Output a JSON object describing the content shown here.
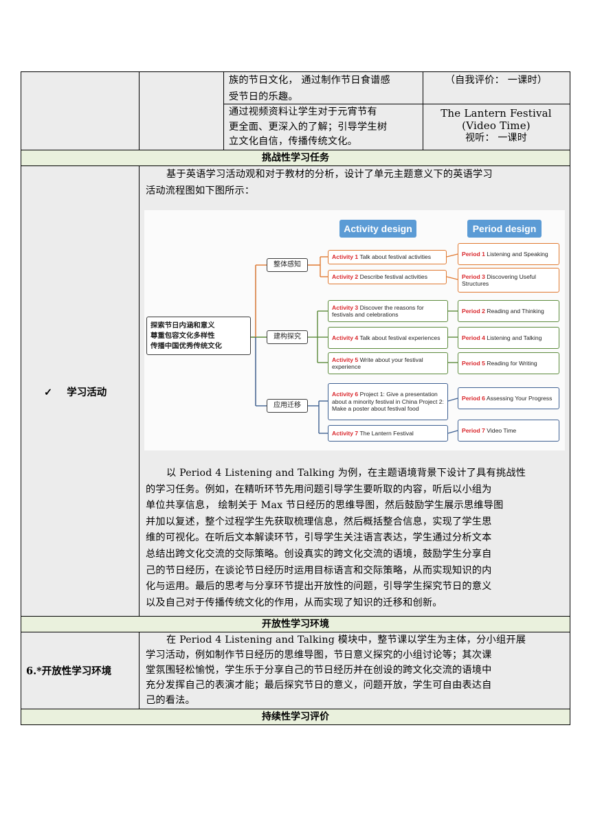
{
  "row_top": {
    "c3_line1": "族的节日文化，  通过制作节日食谱感",
    "c3_line2": "受节日的乐趣。",
    "c4": "（自我评价：  一课时）"
  },
  "row_lantern": {
    "c3_line1": "通过视频资料让学生对于元宵节有",
    "c3_line2": "更全面、更深入的了解；引导学生树",
    "c3_line3": "立文化自信，传播传统文化。",
    "c4_line1": "The Lantern Festival",
    "c4_line2": "(Video Time)",
    "c4_line3": "视听：  一课时"
  },
  "header_challenge": "挑战性学习任务",
  "activities": {
    "check": "✓",
    "label": "学习活动",
    "intro_line1": "基于英语学习活动观和对于教材的分析，设计了单元主题意义下的英语学习",
    "intro_line2": "活动流程图如下图所示：",
    "body_lines": [
      "以 Period 4 Listening and Talking 为例，在主题语境背景下设计了具有挑战性",
      "的学习任务。例如，在精听环节先用问题引导学生要听取的内容，听后以小组为",
      "单位共享信息，  绘制关于 Max 节日经历的思维导图，然后鼓励学生展示思维导图",
      "并加以复述，整个过程学生先获取梳理信息，然后概括整合信息，实现了学生思",
      "维的可视化。在听后文本解读环节，引导学生关注语言表达，学生通过分析文本",
      "总结出跨文化交流的交际策略。创设真实的跨文化交流的语境，鼓励学生分享自",
      "己的节日经历，在谈论节日经历时运用目标语言和交际策略，从而实现知识的内",
      "化与运用。最后的思考与分享环节提出开放性的问题，引导学生探究节日的意义",
      "以及自己对于传播传统文化的作用，从而实现了知识的迁移和创新。"
    ]
  },
  "diagram": {
    "activity_header": "Activity design",
    "period_header": "Period design",
    "root_lines": [
      "探索节日内涵和意义",
      "尊重包容文化多样性",
      "传播中国优秀传统文化"
    ],
    "branch1": "整体感知",
    "branch2": "建构探究",
    "branch3": "应用迁移",
    "activities": [
      {
        "tag": "Activity 1",
        "text": " Talk about festival activities"
      },
      {
        "tag": "Activity 2",
        "text": " Describe festival activities"
      },
      {
        "tag": "Activity 3",
        "text": " Discover the reasons for festivals and celebrations"
      },
      {
        "tag": "Activity 4",
        "text": " Talk about festival experiences"
      },
      {
        "tag": "Activity 5",
        "text": " Write about your festival experience"
      },
      {
        "tag": "Activity 6",
        "text": " Project 1: Give a presentation about a minority festival in China  Project 2: Make a poster about festival food"
      },
      {
        "tag": "Activity 7",
        "text": " The Lantern Festival"
      }
    ],
    "periods": [
      {
        "tag": "Period 1",
        "text": " Listening and Speaking"
      },
      {
        "tag": "Period 3",
        "text": " Discovering Useful Structures"
      },
      {
        "tag": "Period 2",
        "text": " Reading and Thinking"
      },
      {
        "tag": "Period 4",
        "text": " Listening and Talking"
      },
      {
        "tag": "Period 5",
        "text": " Reading for Writing"
      },
      {
        "tag": "Period 6",
        "text": " Assessing Your Progress"
      },
      {
        "tag": "Period 7",
        "text": " Video Time"
      }
    ],
    "colors": {
      "orange": "#e0782f",
      "green": "#5b8a3b",
      "blue": "#3d5f91",
      "pill": "#5b9bd5",
      "tag_red": "#d9262b"
    }
  },
  "header_open": "开放性学习环境",
  "open_env": {
    "label": "6.*开放性学习环境",
    "lines": [
      "在 Period 4 Listening and Talking 模块中，整节课以学生为主体，分小组开展",
      "学习活动，例如制作节日经历的思维导图，节日意义探究的小组讨论等；其次课",
      "堂氛围轻松愉悦，学生乐于分享自己的节日经历并在创设的跨文化交流的语境中",
      "充分发挥自己的表演才能；最后探究节日的意义，问题开放，学生可自由表达自",
      "己的看法。"
    ]
  },
  "header_sustain": "持续性学习评价",
  "colors": {
    "row_gray": "#ececec",
    "header_green": "#eaf1dd"
  }
}
